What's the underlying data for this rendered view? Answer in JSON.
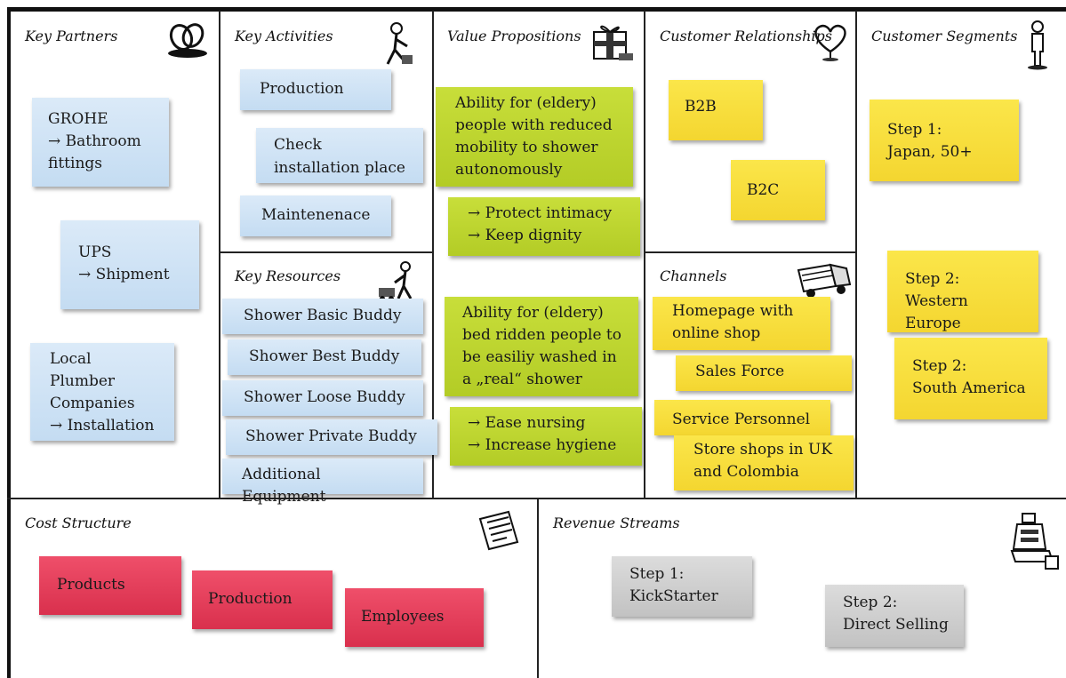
{
  "sections": {
    "key_partners": {
      "title": "Key Partners",
      "icon": "chain-links-icon"
    },
    "key_activities": {
      "title": "Key Activities",
      "icon": "worker-icon"
    },
    "value_propositions": {
      "title": "Value Propositions",
      "icon": "gift-icon"
    },
    "customer_relationships": {
      "title": "Customer Relationships",
      "icon": "heart-icon"
    },
    "customer_segments": {
      "title": "Customer Segments",
      "icon": "person-icon"
    },
    "key_resources": {
      "title": "Key Resources",
      "icon": "worker-icon"
    },
    "channels": {
      "title": "Channels",
      "icon": "truck-icon"
    },
    "cost_structure": {
      "title": "Cost Structure",
      "icon": "receipt-icon"
    },
    "revenue_streams": {
      "title": "Revenue Streams",
      "icon": "cash-register-icon"
    }
  },
  "notes": {
    "key_partners": [
      "GROHE\n→ Bathroom\nfittings",
      "UPS\n→ Shipment",
      "Local\nPlumber\nCompanies\n→ Installation"
    ],
    "key_activities": [
      "Production",
      "Check\ninstallation place",
      "Maintenenace"
    ],
    "key_resources": [
      "Shower Basic Buddy",
      "Shower Best Buddy",
      "Shower Loose Buddy",
      "Shower Private Buddy",
      "Additional Equipment"
    ],
    "value_propositions": [
      "Ability for (eldery)\npeople with reduced\nmobility to shower\nautonomously",
      "→ Protect intimacy\n→ Keep dignity",
      "Ability for (eldery)\nbed ridden people to\nbe easiliy washed in\na „real“ shower",
      "→ Ease nursing\n→ Increase hygiene"
    ],
    "customer_relationships": [
      "B2B",
      "B2C"
    ],
    "channels": [
      "Homepage with\nonline shop",
      "Sales Force",
      "Service Personnel",
      "Store shops in UK\nand Colombia"
    ],
    "customer_segments": [
      "Step 1:\nJapan, 50+",
      "Step 2:\nWestern Europe",
      "Step 2:\nSouth America"
    ],
    "cost_structure": [
      "Products",
      "Production",
      "Employees"
    ],
    "revenue_streams": [
      "Step 1:\nKickStarter",
      "Step 2:\nDirect Selling"
    ]
  },
  "colors": {
    "blue_note": "#c9dff3",
    "green_note": "#bcd22e",
    "yellow_note": "#f7dc3a",
    "red_note": "#e23a57",
    "grey_note": "#cccccc"
  }
}
